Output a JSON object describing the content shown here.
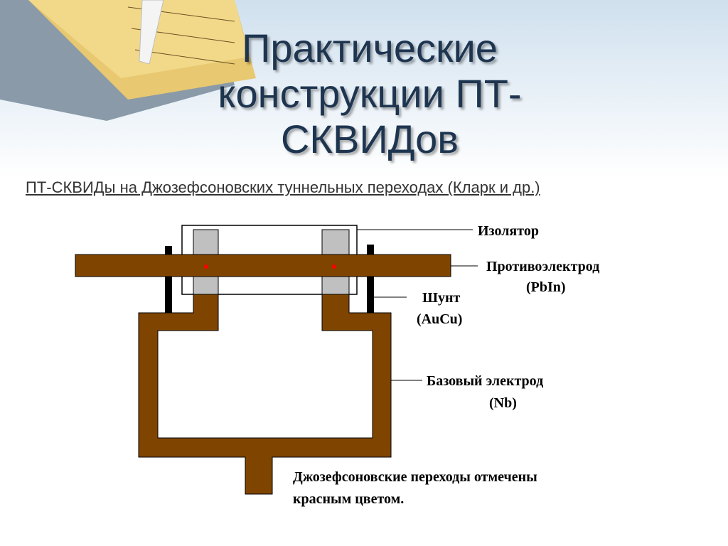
{
  "slide": {
    "title": "Практические конструкции ПТ-СКВИДов",
    "subtitle": "ПТ-СКВИДы на Джозефсоновских туннельных переходах (Кларк и др.)"
  },
  "diagram": {
    "labels": {
      "insulator": "Изолятор",
      "counter_electrode_1": "Противоэлектрод",
      "counter_electrode_2": "(PbIn)",
      "shunt_1": "Шунт",
      "shunt_2": "(AuCu)",
      "base_electrode_1": "Базовый электрод",
      "base_electrode_2": "(Nb)",
      "note_1": "Джозефсоновские переходы отмечены",
      "note_2": "красным цветом."
    },
    "colors": {
      "electrode": "#7f4500",
      "junction_block": "#c0c0c0",
      "junction_mark": "#ff0000",
      "shunt": "#000000",
      "title": "#1e3550"
    }
  }
}
